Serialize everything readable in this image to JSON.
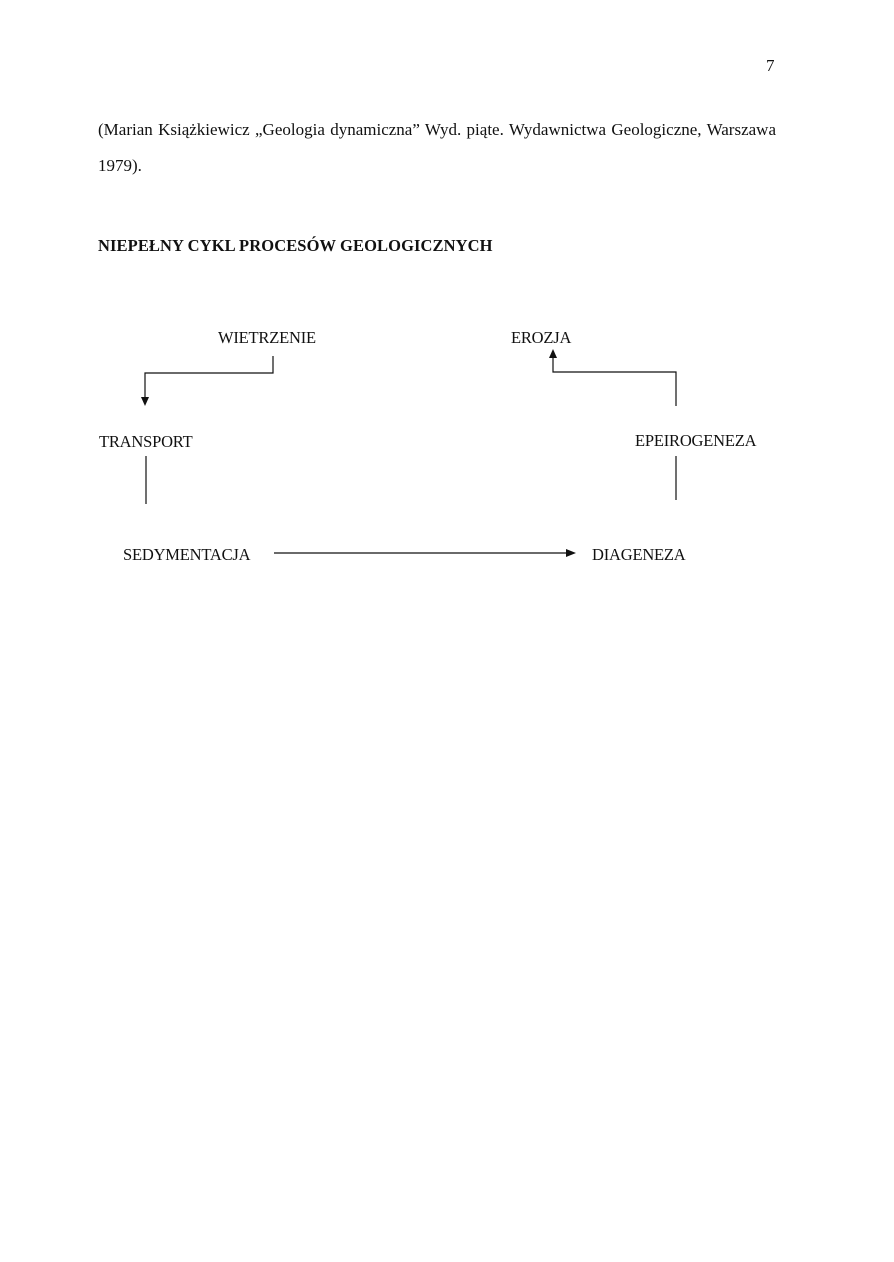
{
  "page": {
    "number": "7"
  },
  "citation": {
    "text": "(Marian Książkiewicz „Geologia dynamiczna” Wyd. piąte. Wydawnictwa Geologiczne, Warszawa 1979)."
  },
  "heading": "NIEPEŁNY CYKL PROCESÓW GEOLOGICZNYCH",
  "diagram": {
    "nodes": {
      "wietrzenie": "WIETRZENIE",
      "erozja": "EROZJA",
      "transport": "TRANSPORT",
      "epeirogeneza": "EPEIROGENEZA",
      "sedymentacja": "SEDYMENTACJA",
      "diageneza": "DIAGENEZA"
    },
    "edges": [
      {
        "from": "WIETRZENIE",
        "to": "TRANSPORT"
      },
      {
        "from": "TRANSPORT",
        "to": "SEDYMENTACJA"
      },
      {
        "from": "SEDYMENTACJA",
        "to": "DIAGENEZA"
      },
      {
        "from": "DIAGENEZA",
        "to": "EPEIROGENEZA"
      },
      {
        "from": "EPEIROGENEZA",
        "to": "EROZJA"
      }
    ]
  }
}
